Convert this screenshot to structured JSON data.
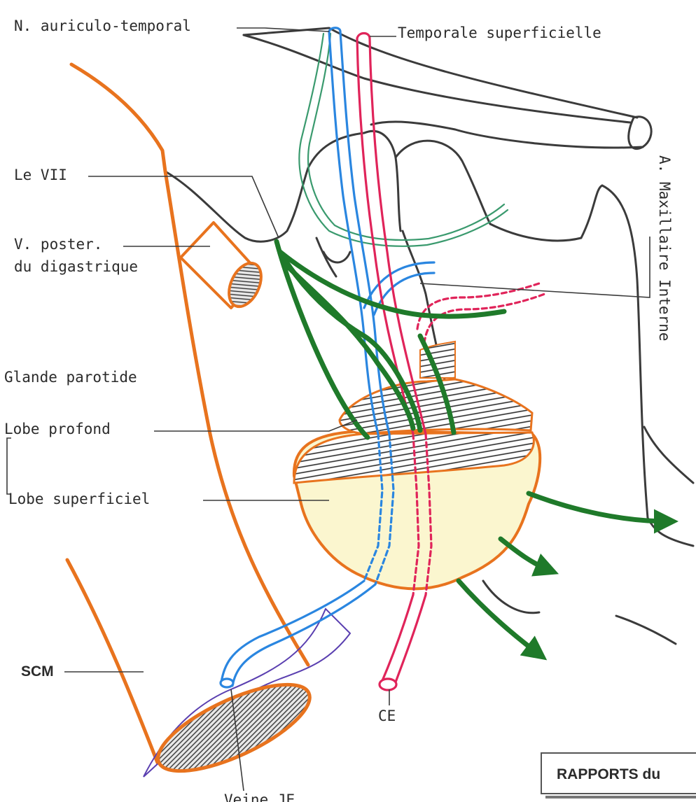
{
  "labels": {
    "n_auriculo_temporal": "N. auriculo-temporal",
    "temporale_superficielle": "Temporale superficielle",
    "le_vii": "Le VII",
    "v_poster_line1": "V. poster.",
    "v_poster_line2": "du digastrique",
    "glande_parotide": "Glande parotide",
    "lobe_profond": "Lobe profond",
    "lobe_superficiel": "Lobe superficiel",
    "scm": "SCM",
    "ce": "CE",
    "a_maxillaire_interne": "A. Maxillaire Interne",
    "veine_bottom": "Veine JE",
    "title_box": "RAPPORTS du"
  },
  "colors": {
    "nerve_vii": "#1f7a2a",
    "vein": "#2a86e0",
    "artery": "#e0245a",
    "auriculo_nerve": "#3a9a6e",
    "muscle": "#e8731e",
    "bone_outline": "#3b3b3b",
    "parotid_fill": "#fbf6cf",
    "vessel_wall": "#5a3fb0"
  }
}
